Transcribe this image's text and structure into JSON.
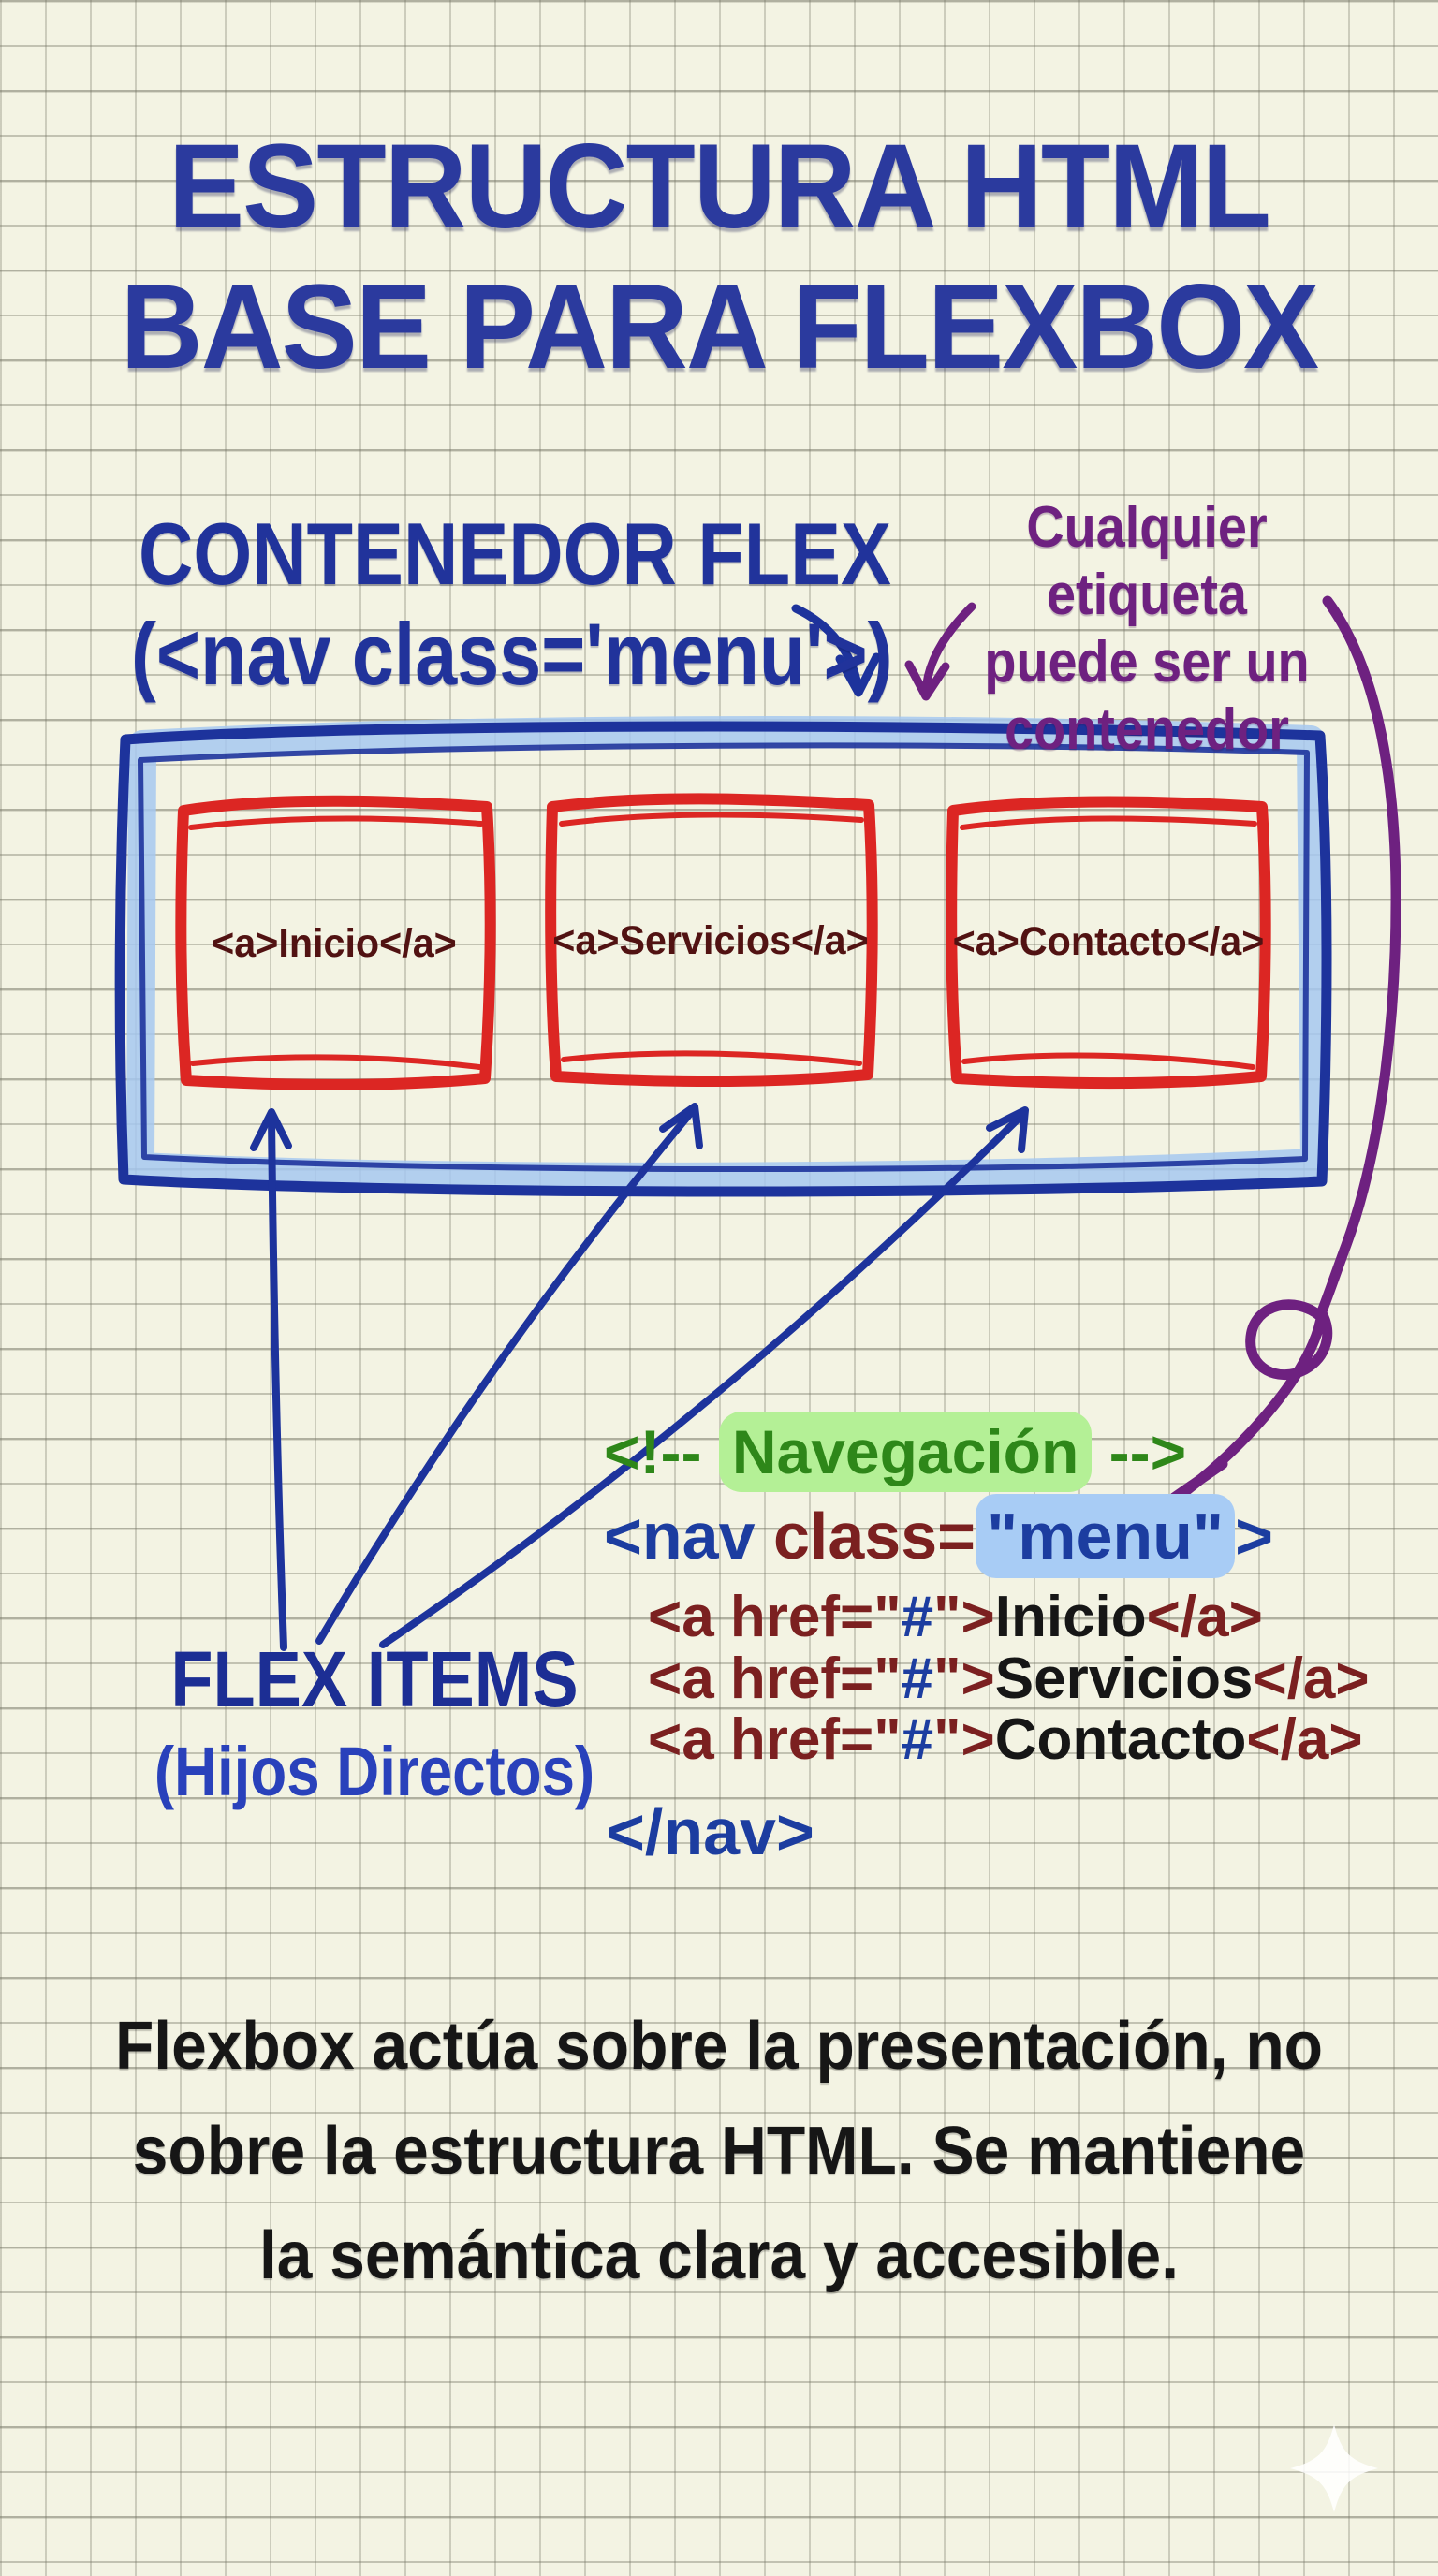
{
  "title": {
    "line1": "ESTRUCTURA HTML",
    "line2": "BASE PARA FLEXBOX"
  },
  "container_label": {
    "line1": "CONTENEDOR FLEX",
    "line2": "(<nav class='menu'>)"
  },
  "container_note": {
    "line1": "Cualquier etiqueta",
    "line2": "puede ser un",
    "line3": "contenedor"
  },
  "flex_items": {
    "item1": "<a>Inicio</a>",
    "item2": "<a>Servicios</a>",
    "item3": "<a>Contacto</a>",
    "label_line1": "FLEX ITEMS",
    "label_line2": "(Hijos Directos)"
  },
  "code": {
    "comment_open": "<!-- ",
    "comment_highlight": "Navegación",
    "comment_close": " -->",
    "nav_open_tag": "<nav ",
    "nav_attr": "class=",
    "nav_value": "\"menu\"",
    "nav_open_end": ">",
    "links": [
      {
        "pre": "<a href=\"",
        "hash": "#",
        "mid": "\">",
        "label": "Inicio",
        "post": "</a>"
      },
      {
        "pre": "<a href=\"",
        "hash": "#",
        "mid": "\">",
        "label": "Servicios",
        "post": "</a>"
      },
      {
        "pre": "<a href=\"",
        "hash": "#",
        "mid": "\">",
        "label": "Contacto",
        "post": "</a>"
      }
    ],
    "nav_close": "</nav>"
  },
  "footer": {
    "line1": "Flexbox actúa sobre la presentación, no",
    "line2": "sobre la estructura HTML. Se mantiene",
    "line3": "la semántica clara y accesible."
  },
  "colors": {
    "navy": "#1d339c",
    "red": "#dc2623",
    "purple": "#6e2180",
    "container_glow": "#a6c8f0",
    "green_highlight": "#b4f096",
    "blue_highlight": "#a8ccf5",
    "paper": "#f3f3e3",
    "star": "#ffffff"
  }
}
